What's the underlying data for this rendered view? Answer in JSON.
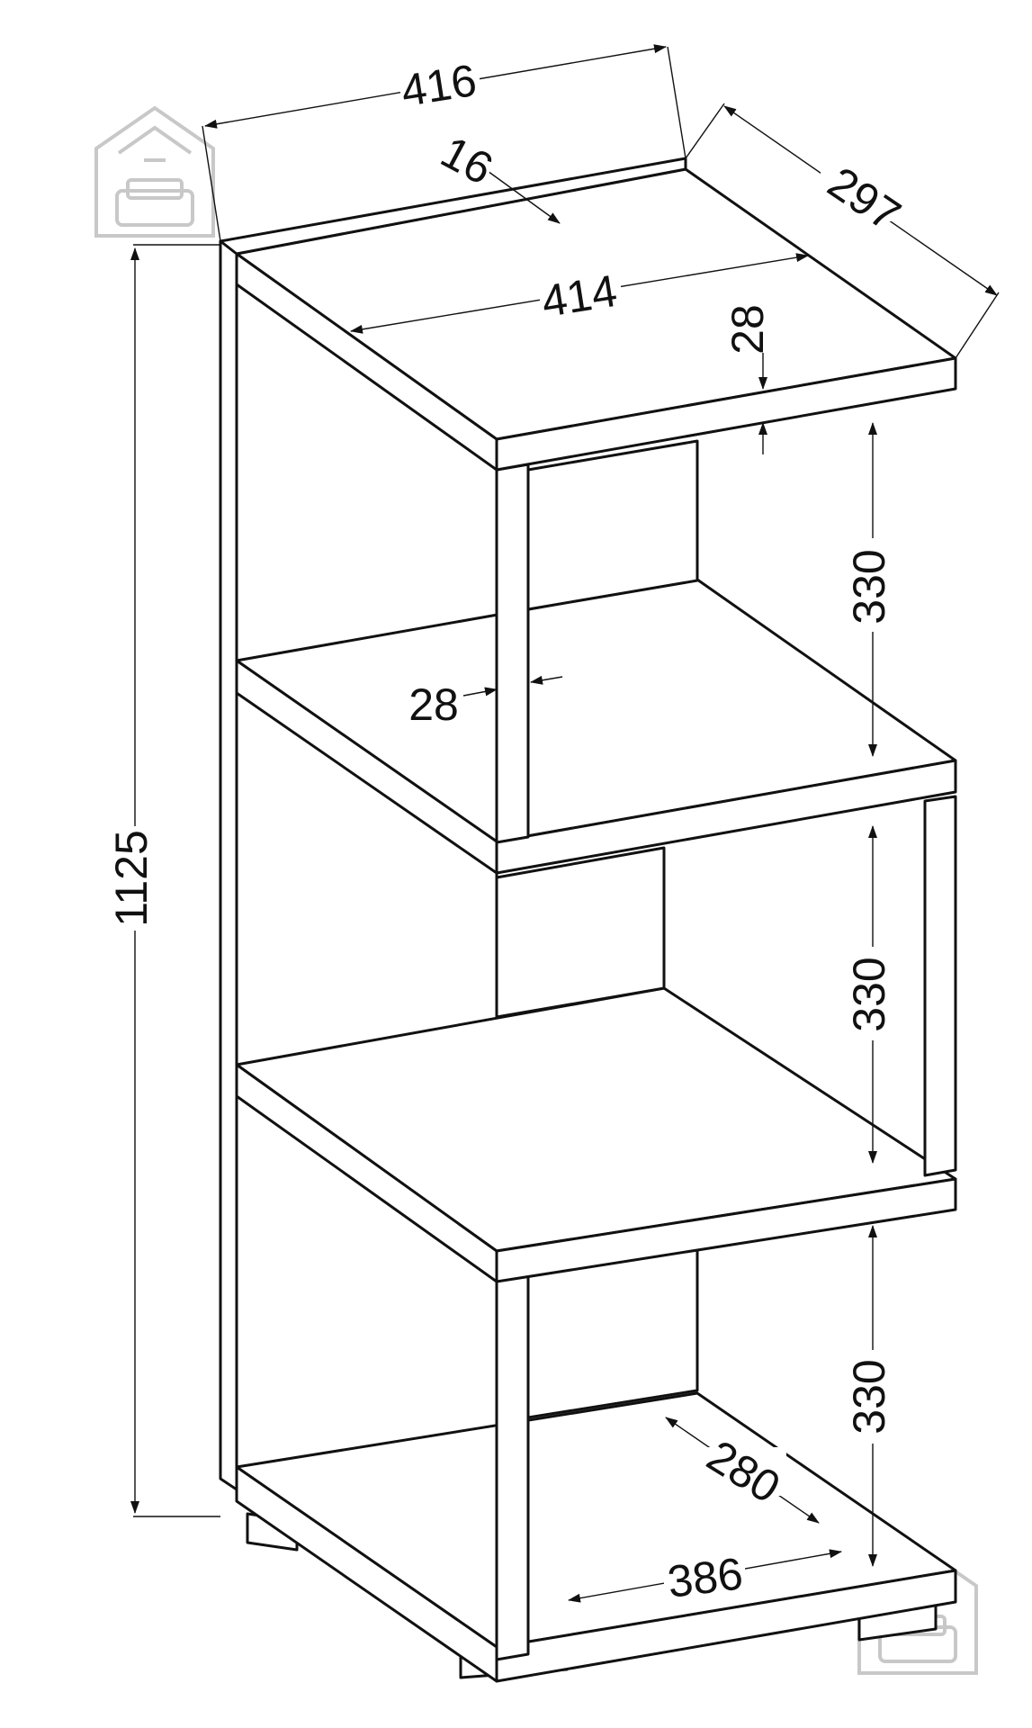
{
  "dimensions": {
    "total_width": "416",
    "top_thickness": "16",
    "depth": "297",
    "inner_width": "414",
    "shelf_thickness": "28",
    "side_panel_thickness": "28",
    "total_height": "1125",
    "shelf_gap_top": "330",
    "shelf_gap_middle": "330",
    "shelf_gap_bottom": "330",
    "bottom_depth": "280",
    "bottom_width": "386"
  },
  "colors": {
    "line": "#111111",
    "background": "#ffffff",
    "watermark": "#c8c8c8"
  },
  "icons": {
    "watermark": "house-with-sofa-icon"
  }
}
